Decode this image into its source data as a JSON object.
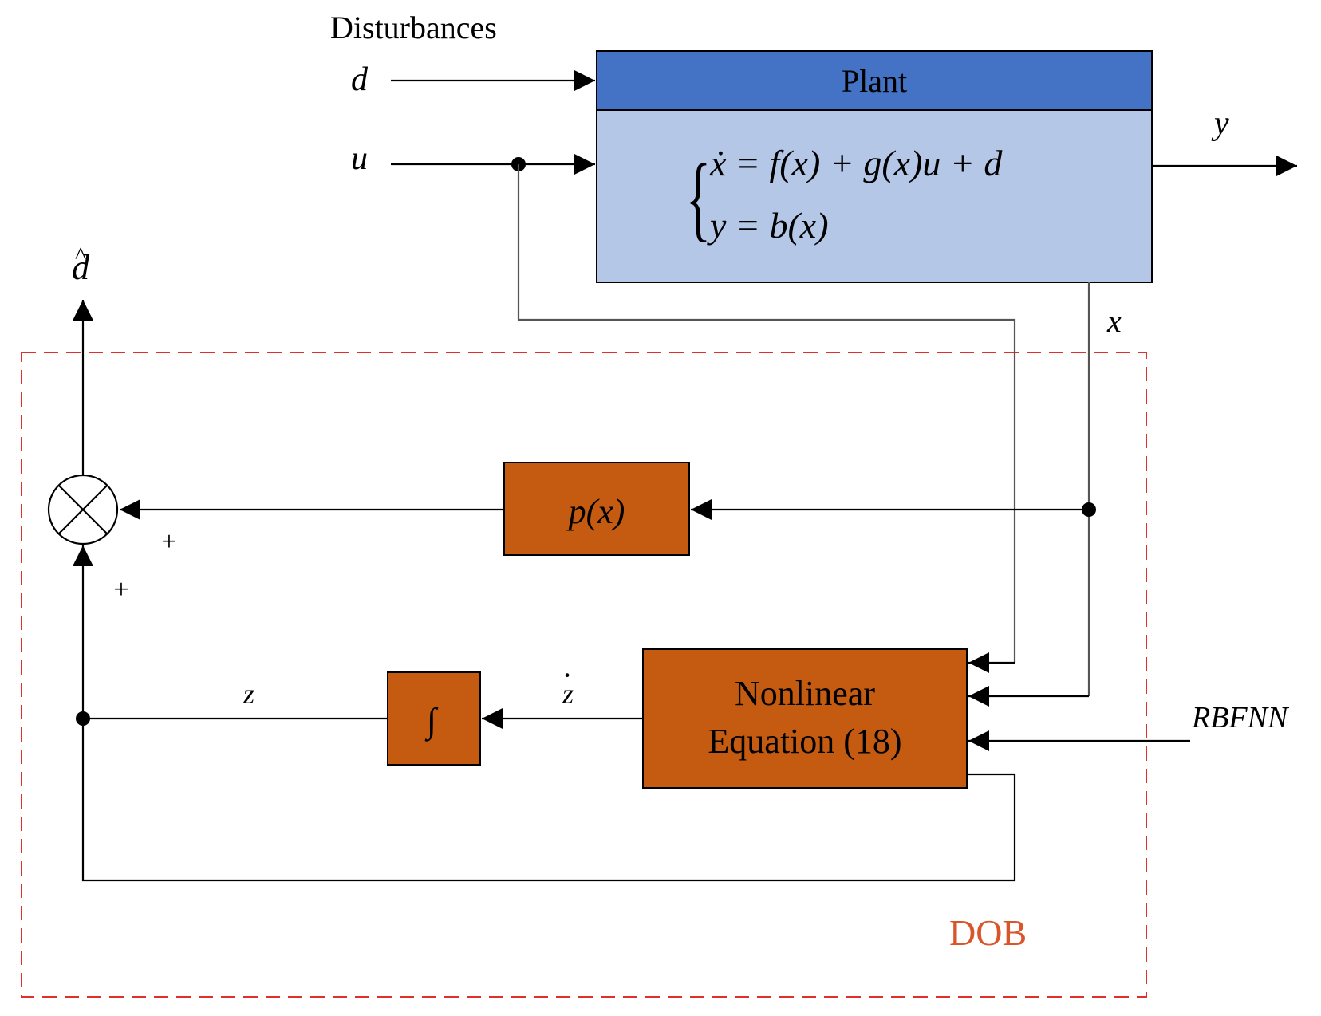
{
  "labels": {
    "disturbances": "Disturbances",
    "d": "d",
    "u": "u",
    "y": "y",
    "x": "x",
    "d_hat": "d",
    "hat_mark": "^",
    "plus_1": "+",
    "plus_2": "+",
    "z": "z",
    "z_dot": "z",
    "dot_mark": "·",
    "rbfnn": "RBFNN",
    "dob": "DOB"
  },
  "plant": {
    "title": "Plant",
    "eq1": "ẋ = f(x) + g(x)u + d",
    "eq2": "y = b(x)",
    "brace": "{"
  },
  "blocks": {
    "px": "p(x)",
    "integrator": "∫",
    "nonlinear_line1": "Nonlinear",
    "nonlinear_line2": "Equation (18)"
  },
  "colors": {
    "plant_header": "#4472c4",
    "plant_body": "#b4c7e7",
    "block_fill": "#c55a11",
    "dob_border": "#e0302b",
    "dob_label": "#d9552a"
  }
}
